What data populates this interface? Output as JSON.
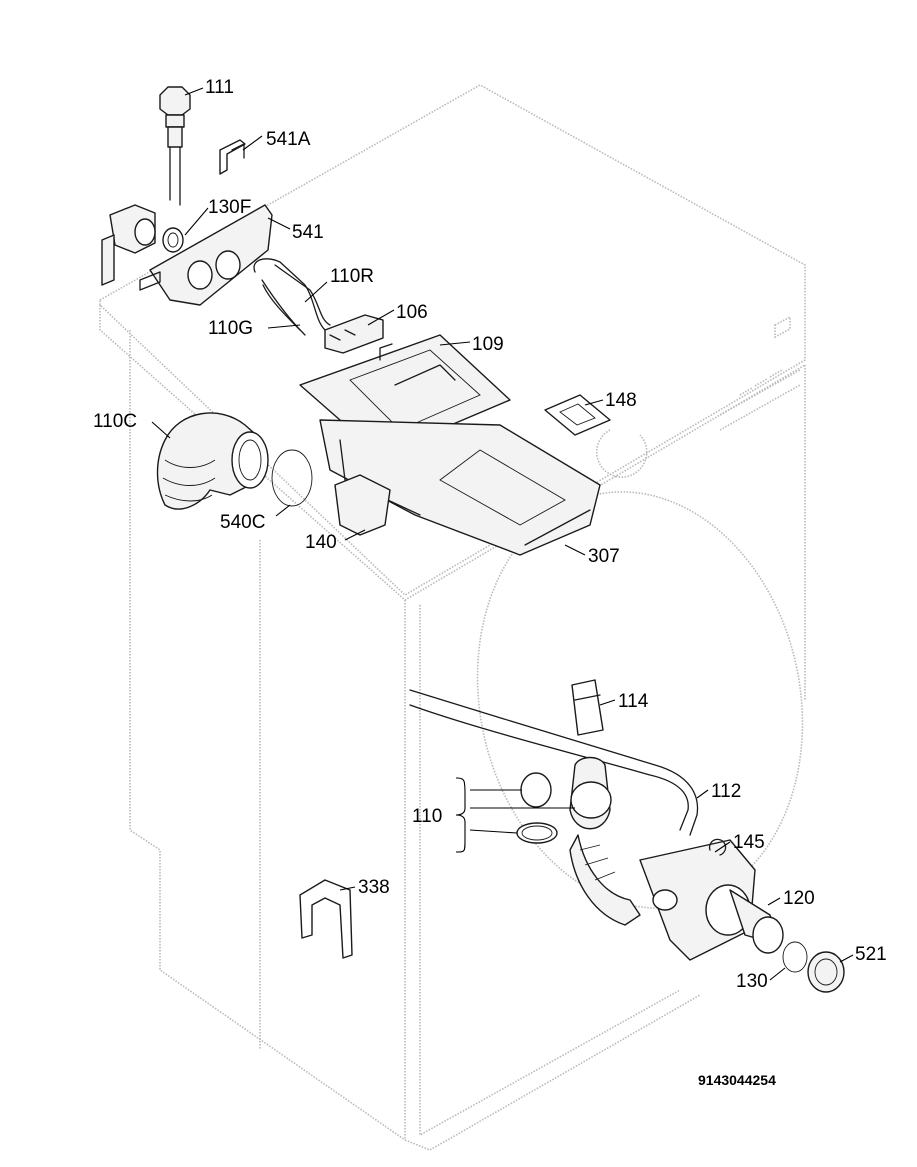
{
  "labels": {
    "p111": "111",
    "p541A": "541A",
    "p130F": "130F",
    "p541": "541",
    "p110R": "110R",
    "p106": "106",
    "p110G": "110G",
    "p109": "109",
    "p148": "148",
    "p110C": "110C",
    "p540C": "540C",
    "p140": "140",
    "p307": "307",
    "p114": "114",
    "p112": "112",
    "p110": "110",
    "p145": "145",
    "p338": "338",
    "p120": "120",
    "p521": "521",
    "p130": "130"
  },
  "drawing_code": "9143044254"
}
